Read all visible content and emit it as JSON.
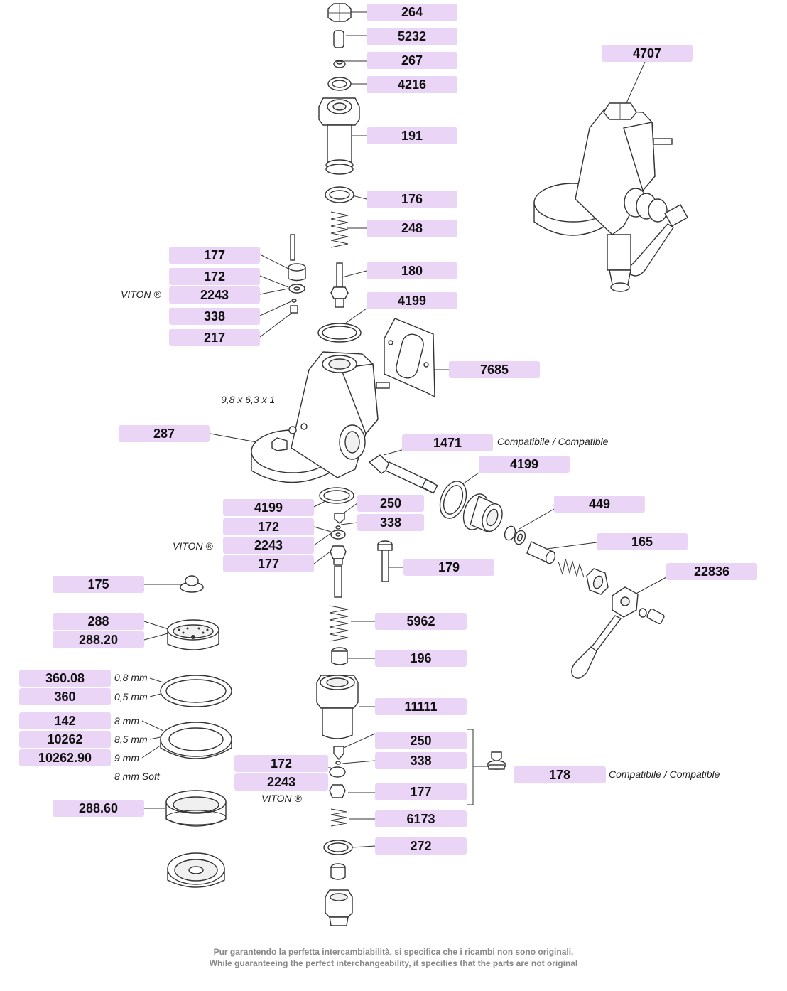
{
  "parts": {
    "p264": "264",
    "p5232": "5232",
    "p267": "267",
    "p4216": "4216",
    "p191": "191",
    "p176": "176",
    "p248": "248",
    "p180": "180",
    "p4199a": "4199",
    "p7685": "7685",
    "p177a": "177",
    "p172a": "172",
    "p2243a": "2243",
    "p338a": "338",
    "p217": "217",
    "p4707": "4707",
    "p287": "287",
    "p1471": "1471",
    "p4199b": "4199",
    "p449": "449",
    "p165": "165",
    "p22836": "22836",
    "p4199c": "4199",
    "p172b": "172",
    "p2243b": "2243",
    "p177b": "177",
    "p250a": "250",
    "p338b": "338",
    "p179": "179",
    "p175": "175",
    "p288": "288",
    "p28820": "288.20",
    "p36008": "360.08",
    "p360": "360",
    "p142": "142",
    "p10262": "10262",
    "p1026290": "10262.90",
    "p28860": "288.60",
    "p5962": "5962",
    "p196": "196",
    "p11111": "11111",
    "p250b": "250",
    "p338c": "338",
    "p172c": "172",
    "p2243c": "2243",
    "p177c": "177",
    "p6173": "6173",
    "p272": "272",
    "p178": "178"
  },
  "notes": {
    "viton_a": "VITON ®",
    "viton_b": "VITON ®",
    "viton_c": "VITON ®",
    "oring_size": "9,8 x 6,3 x 1",
    "compat_1471": "Compatibile / Compatible",
    "compat_178": "Compatibile / Compatible",
    "mm08": "0,8 mm",
    "mm05": "0,5 mm",
    "mm8": "8 mm",
    "mm85": "8,5 mm",
    "mm9": "9 mm",
    "mm8soft": "8 mm Soft"
  },
  "footer": {
    "line_it": "Pur garantendo la perfetta intercambiabilità, si specifica che i ricambi non sono originali.",
    "line_en": "While guaranteeing the perfect interchangeability, it specifies that the parts are not original"
  },
  "colors": {
    "label_bg": "#ebd5f7",
    "line": "#333333",
    "footer_text": "#888888"
  }
}
